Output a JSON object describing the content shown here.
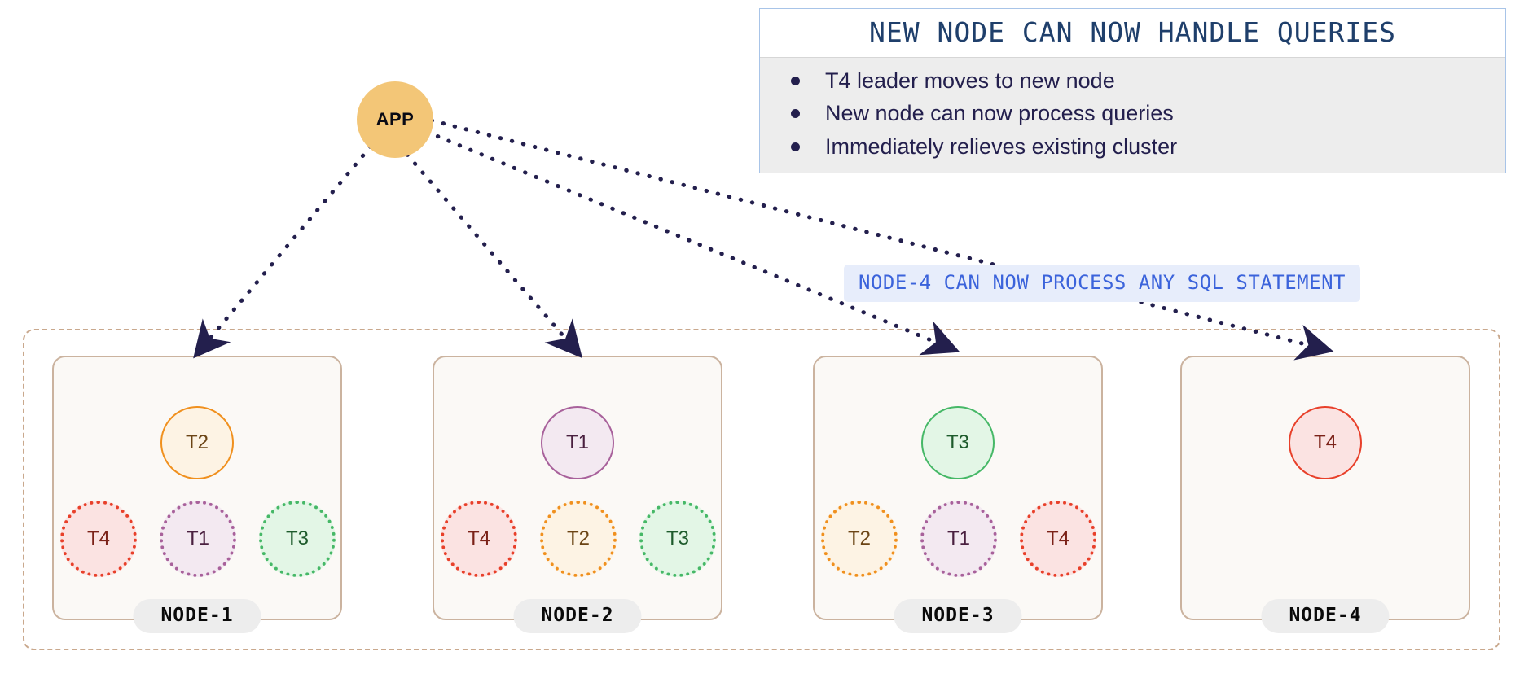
{
  "app": {
    "label": "APP"
  },
  "callout": {
    "title": "NEW NODE CAN NOW HANDLE QUERIES",
    "items": [
      "T4 leader moves to new node",
      "New node can now process queries",
      "Immediately relieves existing cluster"
    ],
    "border_color": "#A8C4E8",
    "title_color": "#1F3F6B",
    "body_bg": "#EDEDED",
    "body_text_color": "#231F4D"
  },
  "sql_badge": {
    "text": "NODE-4 CAN NOW PROCESS ANY SQL STATEMENT",
    "bg": "#E7EDFB",
    "color": "#3B63DB"
  },
  "cluster": {
    "boundary_color": "#C9A88D",
    "nodes": [
      {
        "label": "NODE-1",
        "leader": {
          "label": "T2",
          "theme": "c-orange"
        },
        "followers": [
          {
            "label": "T4",
            "theme": "c-red"
          },
          {
            "label": "T1",
            "theme": "c-purple"
          },
          {
            "label": "T3",
            "theme": "c-green"
          }
        ]
      },
      {
        "label": "NODE-2",
        "leader": {
          "label": "T1",
          "theme": "c-purple"
        },
        "followers": [
          {
            "label": "T4",
            "theme": "c-red"
          },
          {
            "label": "T2",
            "theme": "c-orange"
          },
          {
            "label": "T3",
            "theme": "c-green"
          }
        ]
      },
      {
        "label": "NODE-3",
        "leader": {
          "label": "T3",
          "theme": "c-green"
        },
        "followers": [
          {
            "label": "T2",
            "theme": "c-orange"
          },
          {
            "label": "T1",
            "theme": "c-purple"
          },
          {
            "label": "T4",
            "theme": "c-red"
          }
        ]
      },
      {
        "label": "NODE-4",
        "leader": {
          "label": "T4",
          "theme": "c-red"
        },
        "followers": []
      }
    ]
  },
  "colors": {
    "app_fill": "#F3C677",
    "arrow": "#231F4D",
    "node_border": "#CBB39F",
    "node_fill": "#FBF9F6"
  }
}
